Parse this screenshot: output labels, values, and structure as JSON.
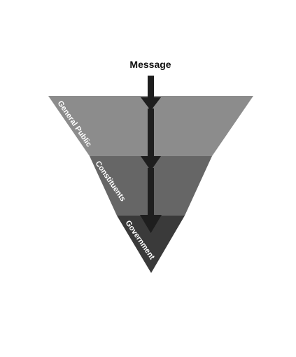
{
  "diagram": {
    "title": "Message",
    "layers": [
      {
        "label": "General Public",
        "color": "#8c8c8c"
      },
      {
        "label": "Constituents",
        "color": "#666666"
      },
      {
        "label": "Government",
        "color": "#3a3a3a"
      }
    ],
    "arrow_color": "#1e1e1e"
  }
}
